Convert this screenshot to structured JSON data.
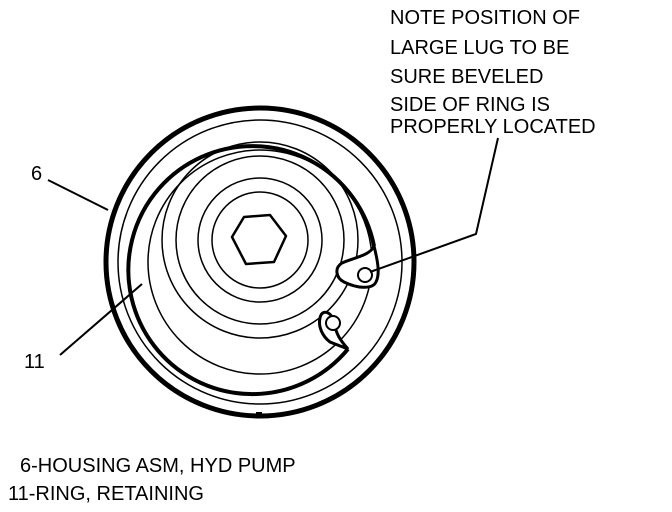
{
  "note": {
    "lines": [
      "NOTE POSITION OF",
      "LARGE LUG TO BE",
      "SURE BEVELED",
      "SIDE OF RING IS",
      "PROPERLY LOCATED"
    ]
  },
  "callouts": {
    "housing": "6",
    "ring": "11"
  },
  "legend": {
    "items": [
      "6-HOUSING ASM, HYD PUMP",
      "11-RING, RETAINING"
    ]
  },
  "colors": {
    "ink": "#000000",
    "background": "#ffffff"
  }
}
